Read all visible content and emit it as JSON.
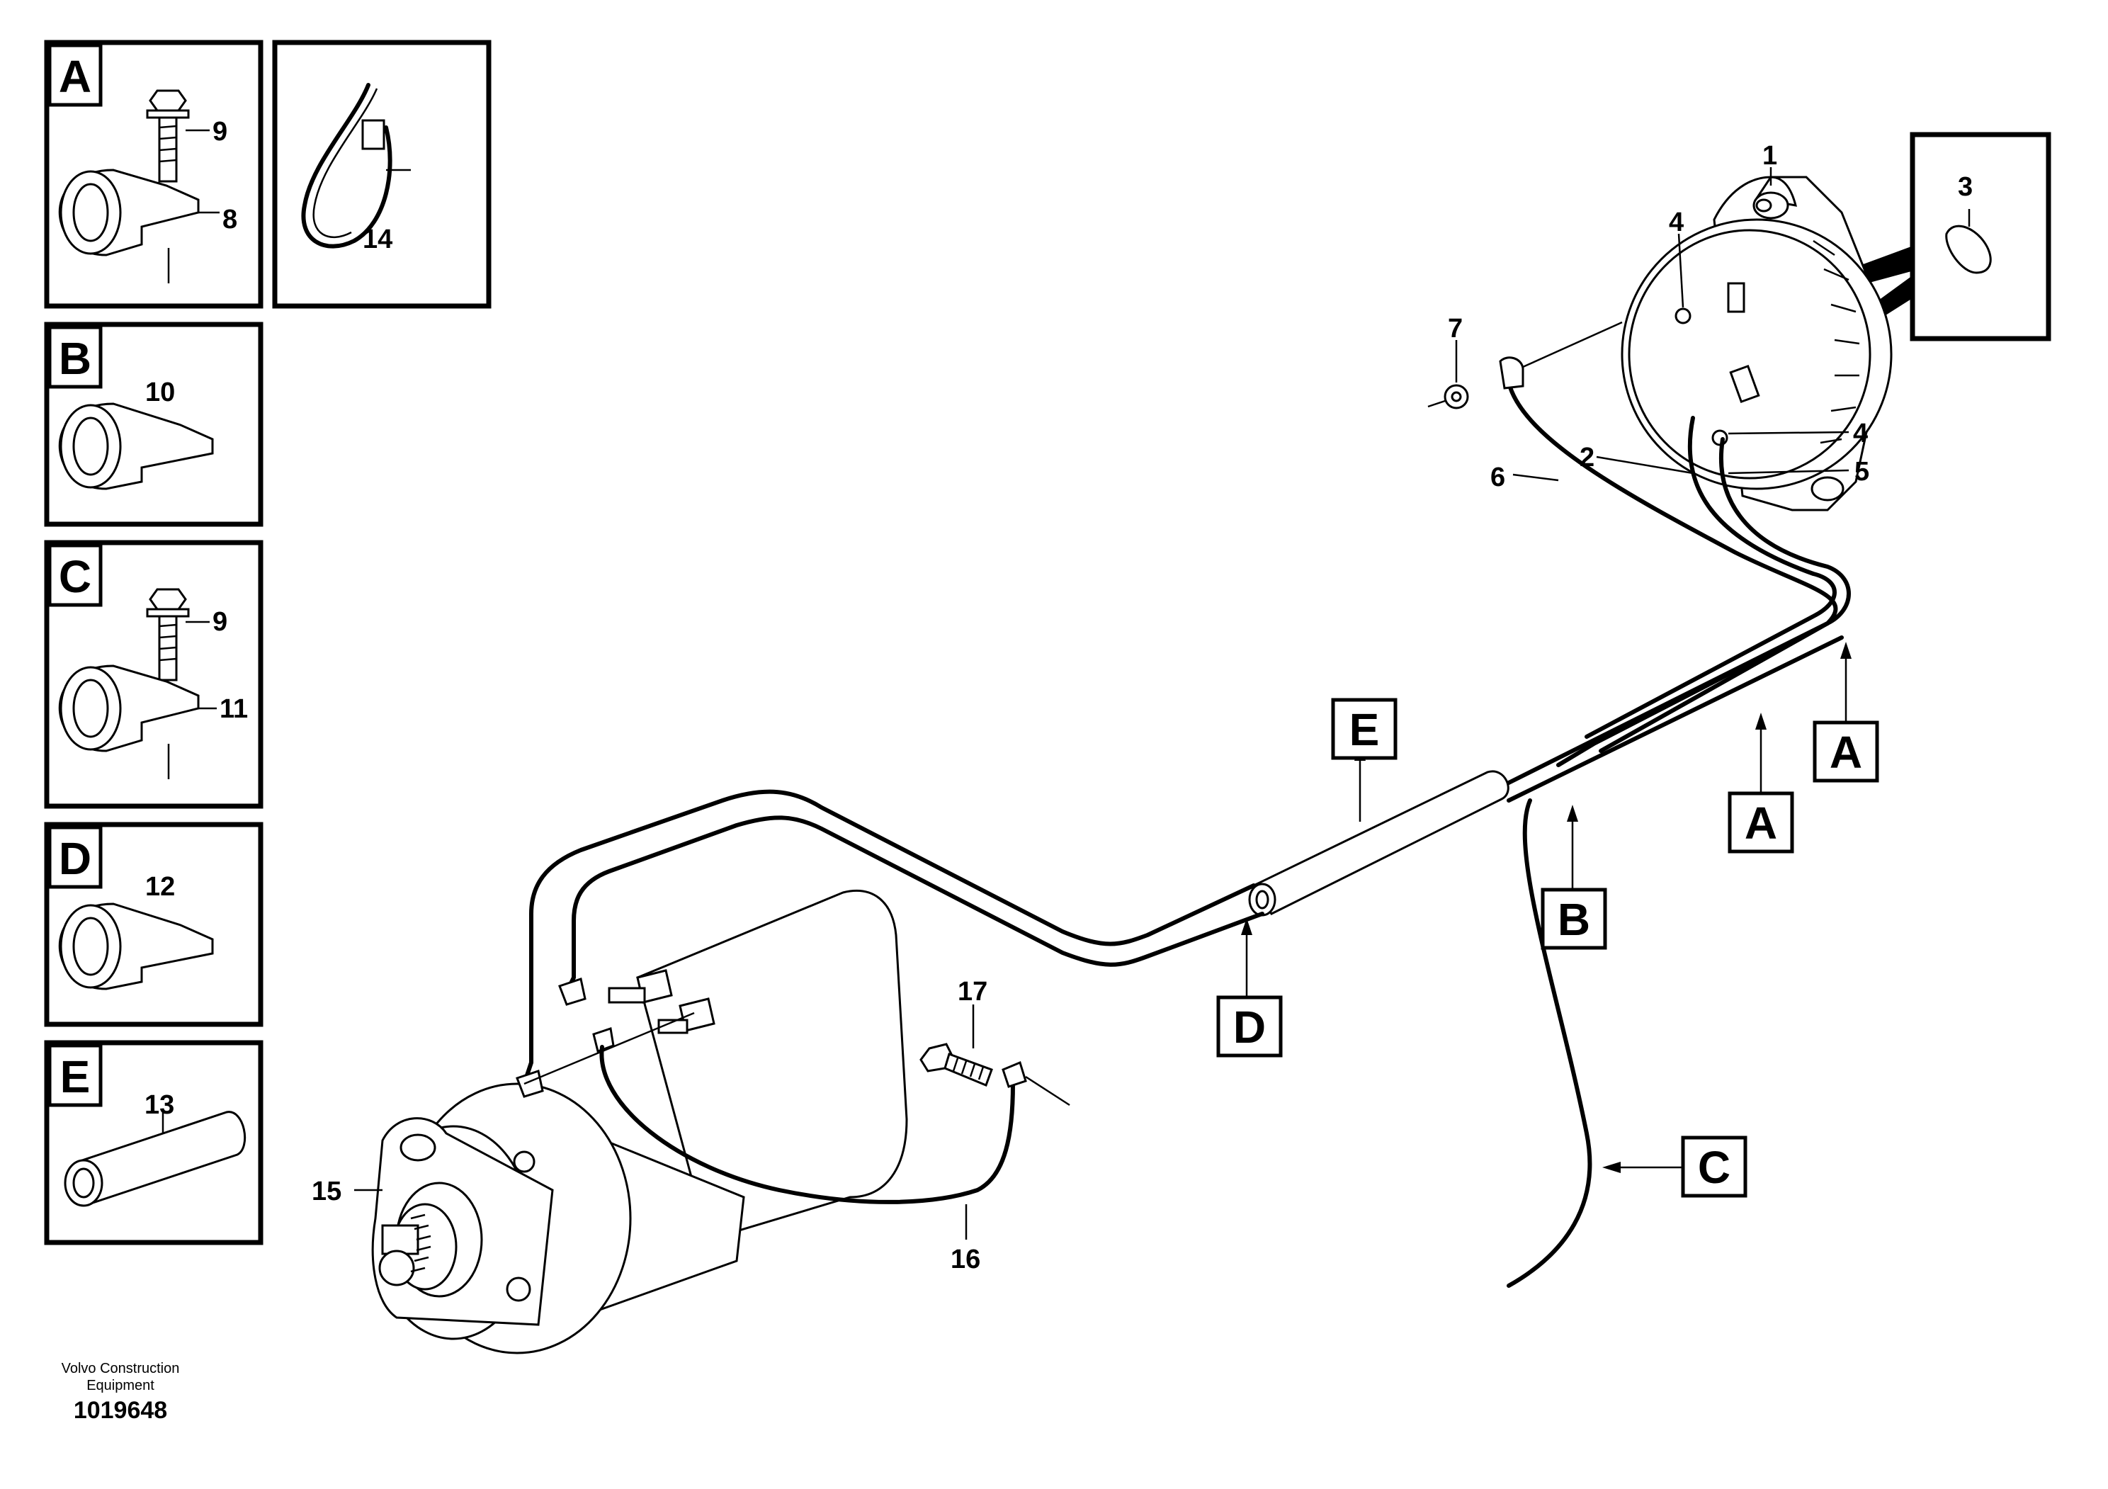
{
  "inset_panels": [
    {
      "letter": "A",
      "parts": [
        "9",
        "8"
      ]
    },
    {
      "letter": "",
      "parts": [
        "14"
      ]
    },
    {
      "letter": "B",
      "parts": [
        "10"
      ]
    },
    {
      "letter": "C",
      "parts": [
        "9",
        "11"
      ]
    },
    {
      "letter": "D",
      "parts": [
        "12"
      ]
    },
    {
      "letter": "E",
      "parts": [
        "13"
      ]
    }
  ],
  "main_labels": {
    "p1": "1",
    "p2": "2",
    "p3": "3",
    "p4a": "4",
    "p4b": "4",
    "p5": "5",
    "p6": "6",
    "p7": "7",
    "p15": "15",
    "p16": "16",
    "p17": "17"
  },
  "callouts": {
    "e": "E",
    "d": "D",
    "b": "B",
    "a1": "A",
    "a2": "A",
    "c": "C"
  },
  "footer": {
    "company": "Volvo Construction Equipment",
    "drawing_number": "1019648"
  }
}
